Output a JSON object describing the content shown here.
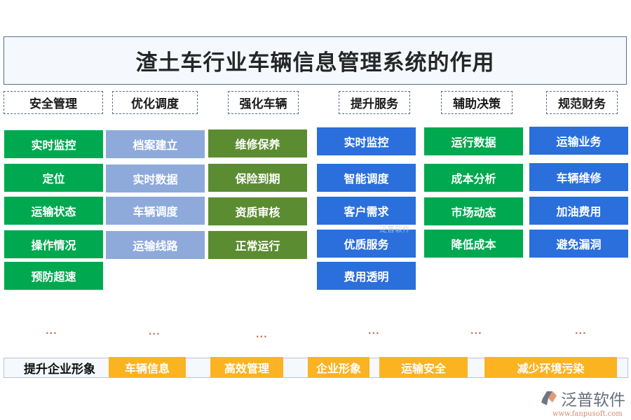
{
  "title": "渣土车行业车辆信息管理系统的作用",
  "colors": {
    "green": "#00a850",
    "light_blue": "#8eaadb",
    "olive": "#5b8c32",
    "blue": "#2a6fdc",
    "orange": "#fbb322",
    "dots": "#c0704a",
    "title_bg": "#f5f9fe",
    "border": "#56708a"
  },
  "columns": [
    {
      "header": "安全管理",
      "items": [
        "实时监控",
        "定位",
        "运输状态",
        "操作情况",
        "预防超速"
      ],
      "more": "..."
    },
    {
      "header": "优化调度",
      "items": [
        "档案建立",
        "实时数据",
        "车辆调度",
        "运输线路"
      ],
      "more": "..."
    },
    {
      "header": "强化车辆",
      "items": [
        "维修保养",
        "保险到期",
        "资质审核",
        "正常运行"
      ],
      "more": "..."
    },
    {
      "header": "提升服务",
      "items": [
        "实时监控",
        "智能调度",
        "客户需求",
        "优质服务",
        "费用透明"
      ],
      "more": "..."
    },
    {
      "header": "辅助决策",
      "items": [
        "运行数据",
        "成本分析",
        "市场动态",
        "降低成本"
      ],
      "more": "..."
    },
    {
      "header": "规范财务",
      "items": [
        "运输业务",
        "车辆维修",
        "加油费用",
        "避免漏洞"
      ],
      "more": "..."
    }
  ],
  "bottom": {
    "label": "提升企业形象",
    "tags": [
      "车辆信息",
      "高效管理",
      "企业形象",
      "运输安全",
      "减少环境污染"
    ]
  },
  "watermark": {
    "mid": "泛普软件"
  },
  "logo": {
    "name": "泛普软件",
    "url": "www.fanpusoft.com"
  }
}
